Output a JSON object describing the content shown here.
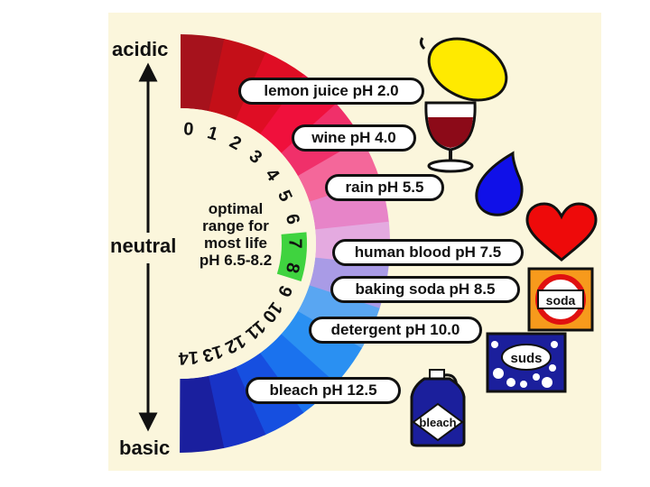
{
  "axis": {
    "top_label": "acidic",
    "middle_label": "neutral",
    "bottom_label": "basic"
  },
  "scale_numbers": [
    "0",
    "1",
    "2",
    "3",
    "4",
    "5",
    "6",
    "7",
    "8",
    "9",
    "10",
    "11",
    "12",
    "13",
    "14"
  ],
  "highlight": {
    "numbers": [
      "7",
      "8"
    ],
    "color": "#3fd33f"
  },
  "optimal_note": {
    "line1": "optimal",
    "line2": "range for",
    "line3": "most life",
    "line4": "pH 6.5-8.2"
  },
  "colors": {
    "arc": [
      "#a6121c",
      "#c40f18",
      "#df0d24",
      "#f0103c",
      "#f0306a",
      "#f4679a",
      "#e784c8",
      "#e4aae0",
      "#a99be6",
      "#59a6f2",
      "#2a90f2",
      "#1a72ee",
      "#164fe0",
      "#1833c6",
      "#1a1f9e"
    ]
  },
  "examples": [
    {
      "label": "lemon juice pH 2.0",
      "icon": "lemon-icon"
    },
    {
      "label": "wine pH 4.0",
      "icon": "wine-glass-icon"
    },
    {
      "label": "rain pH 5.5",
      "icon": "raindrop-icon"
    },
    {
      "label": "human blood pH 7.5",
      "icon": "heart-icon"
    },
    {
      "label": "baking soda pH 8.5",
      "icon": "soda-sign-icon"
    },
    {
      "label": "detergent pH 10.0",
      "icon": "suds-box-icon"
    },
    {
      "label": "bleach pH 12.5",
      "icon": "bleach-jug-icon"
    }
  ],
  "icon_text": {
    "soda": "soda",
    "suds": "suds",
    "bleach": "bleach"
  }
}
